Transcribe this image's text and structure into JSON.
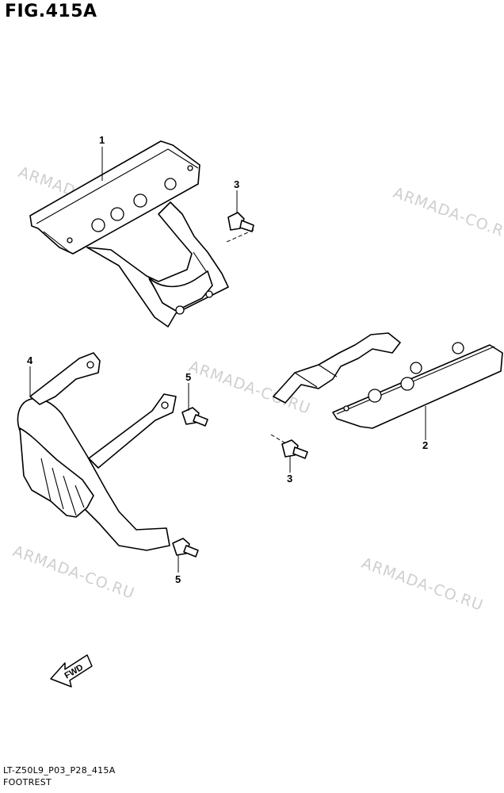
{
  "figure": {
    "title": "FIG.415A"
  },
  "footer": {
    "code": "LT-Z50L9_P03_P28_415A",
    "name": "FOOTREST"
  },
  "watermark": {
    "text": "ARMADA-CO.RU",
    "color": "#cfcfcf"
  },
  "callouts": [
    {
      "number": "1",
      "part": "footrest-bracket-left"
    },
    {
      "number": "2",
      "part": "footrest-bracket-right"
    },
    {
      "number": "3",
      "part": "bolt"
    },
    {
      "number": "3",
      "part": "bolt"
    },
    {
      "number": "4",
      "part": "front-guard"
    },
    {
      "number": "5",
      "part": "bolt"
    },
    {
      "number": "5",
      "part": "bolt"
    }
  ],
  "direction_marker": {
    "label": "FWD",
    "icon": "arrow-left-icon"
  }
}
